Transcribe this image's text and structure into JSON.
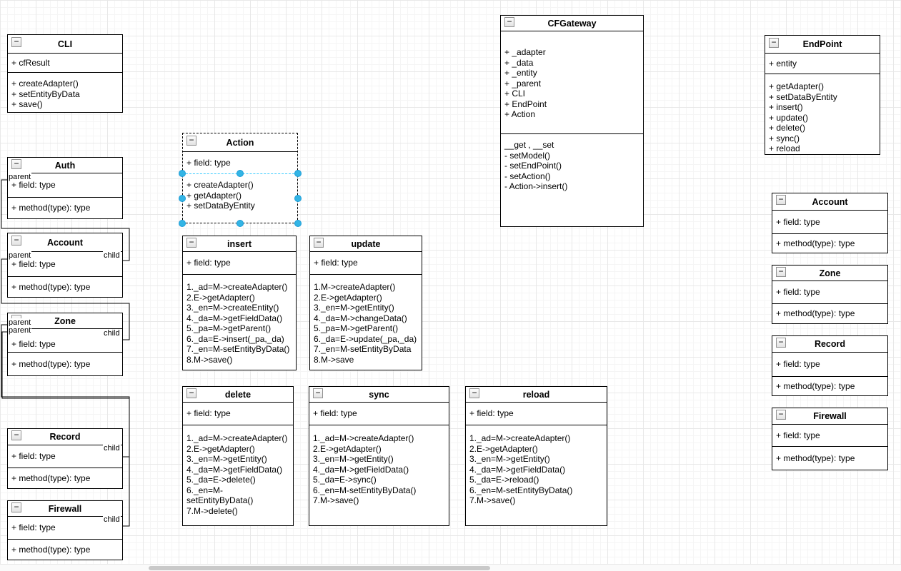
{
  "icons": {
    "collapse": "−"
  },
  "colors": {
    "selection_handle": "#33b5e5",
    "selection_outline": "#33c9ff",
    "edge": "#000000"
  },
  "boxes": {
    "cli": {
      "title": "CLI",
      "fields": [
        "+ cfResult"
      ],
      "methods": [
        "+ createAdapter()",
        "+ setEntityByData",
        "+ save()"
      ]
    },
    "auth": {
      "title": "Auth",
      "fields": [
        "+ field: type"
      ],
      "methods": [
        "+ method(type): type"
      ]
    },
    "account_left": {
      "title": "Account",
      "fields": [
        "+ field: type"
      ],
      "methods": [
        "+ method(type): type"
      ]
    },
    "zone_left": {
      "title": "Zone",
      "fields": [
        "+ field: type"
      ],
      "methods": [
        "+ method(type): type"
      ]
    },
    "record_left": {
      "title": "Record",
      "fields": [
        "+ field: type"
      ],
      "methods": [
        "+ method(type): type"
      ]
    },
    "firewall_left": {
      "title": "Firewall",
      "fields": [
        "+ field: type"
      ],
      "methods": [
        "+ method(type): type"
      ]
    },
    "action": {
      "title": "Action",
      "fields": [
        "+ field: type"
      ],
      "methods": [
        "+ createAdapter()",
        "+ getAdapter()",
        "+ setDataByEntity"
      ]
    },
    "insert": {
      "title": "insert",
      "fields": [
        "+ field: type"
      ],
      "methods": [
        "1._ad=M->createAdapter()",
        "2.E->getAdapter()",
        "3._en=M->createEntity()",
        "4._da=M->getFieldData()",
        "5._pa=M->getParent()",
        "6._da=E->insert(_pa,_da)",
        "7._en=M-setEntityByData()",
        "8.M->save()"
      ]
    },
    "update": {
      "title": "update",
      "fields": [
        "+ field: type"
      ],
      "methods": [
        "1.M->createAdapter()",
        "2.E->getAdapter()",
        "3._en=M->getEntity()",
        "4._da=M->changeData()",
        "5._pa=M->getParent()",
        "6._da=E->update(_pa,_da)",
        "7._en=M-setEntityByData",
        "8.M->save"
      ]
    },
    "delete": {
      "title": "delete",
      "fields": [
        "+ field: type"
      ],
      "methods": [
        "1._ad=M->createAdapter()",
        "2.E->getAdapter()",
        "3._en=M->getEntity()",
        "4._da=M->getFieldData()",
        "5._da=E->delete()",
        "6._en=M-setEntityByData()",
        "7.M->delete()"
      ]
    },
    "sync": {
      "title": "sync",
      "fields": [
        "+ field: type"
      ],
      "methods": [
        "1._ad=M->createAdapter()",
        "2.E->getAdapter()",
        "3._en=M->getEntity()",
        "4._da=M->getFieldData()",
        "5._da=E->sync()",
        "6._en=M-setEntityByData()",
        "7.M->save()"
      ]
    },
    "reload": {
      "title": "reload",
      "fields": [
        "+ field: type"
      ],
      "methods": [
        "1._ad=M->createAdapter()",
        "2.E->getAdapter()",
        "3._en=M->getEntity()",
        "4._da=M->getFieldData()",
        "5._da=E->reload()",
        "6._en=M-setEntityByData()",
        "7.M->save()"
      ]
    },
    "cfgateway": {
      "title": "CFGateway",
      "fields": [
        "+ _adapter",
        "+ _data",
        "+ _entity",
        "+ _parent",
        "+ CLI",
        "+ EndPoint",
        "+ Action"
      ],
      "methods": [
        "__get , __set",
        "- setModel()",
        "- setEndPoint()",
        "- setAction()",
        "- Action->insert()"
      ]
    },
    "endpoint": {
      "title": "EndPoint",
      "fields": [
        "+  entity"
      ],
      "methods": [
        "+ getAdapter()",
        "+ setDataByEntity",
        "+ insert()",
        "+ update()",
        "+ delete()",
        "+ sync()",
        "+ reload"
      ]
    },
    "account_right": {
      "title": "Account",
      "fields": [
        "+ field: type"
      ],
      "methods": [
        "+ method(type): type"
      ]
    },
    "zone_right": {
      "title": "Zone",
      "fields": [
        "+ field: type"
      ],
      "methods": [
        "+ method(type): type"
      ]
    },
    "record_right": {
      "title": "Record",
      "fields": [
        "+ field: type"
      ],
      "methods": [
        "+ method(type): type"
      ]
    },
    "firewall_right": {
      "title": "Firewall",
      "fields": [
        "+ field: type"
      ],
      "methods": [
        "+ method(type): type"
      ]
    }
  },
  "edge_labels": {
    "auth_parent": "parent",
    "account_parent": "parent",
    "account_child": "child",
    "zone_parent_1": "parent",
    "zone_parent_2": "parent",
    "zone_child": "child",
    "record_child": "child",
    "firewall_child": "child"
  }
}
